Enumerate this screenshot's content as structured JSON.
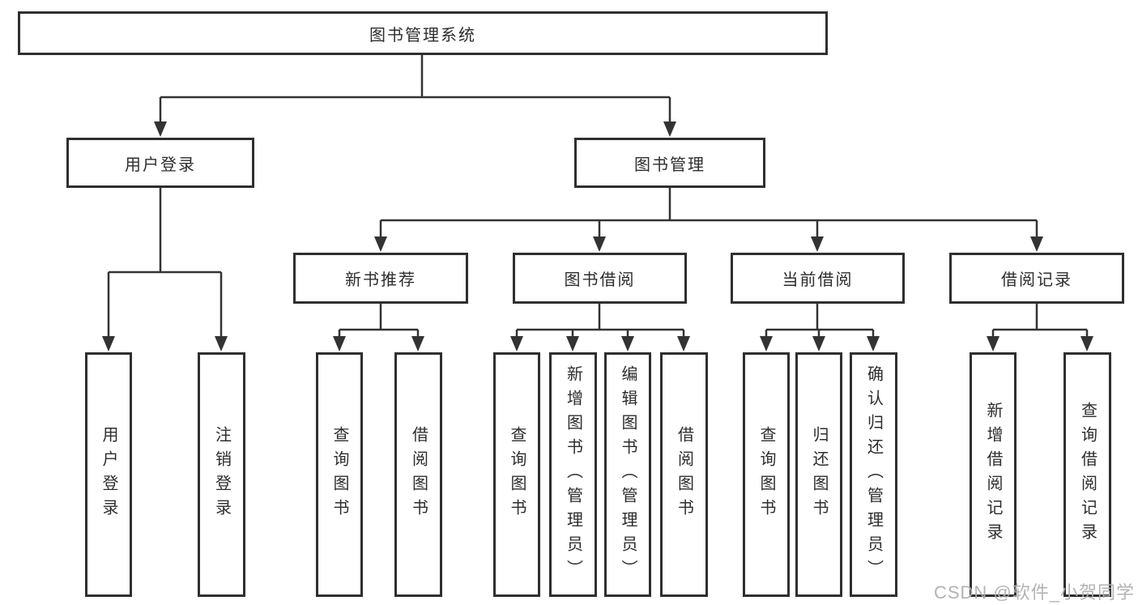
{
  "diagram": {
    "title": "图书管理系统",
    "root": {
      "label": "图书管理系统"
    },
    "level2": [
      {
        "label": "用户登录"
      },
      {
        "label": "图书管理"
      }
    ],
    "level3": [
      {
        "label": "新书推荐",
        "parent": "图书管理"
      },
      {
        "label": "图书借阅",
        "parent": "图书管理"
      },
      {
        "label": "当前借阅",
        "parent": "图书管理"
      },
      {
        "label": "借阅记录",
        "parent": "图书管理"
      }
    ],
    "leaves": [
      {
        "label": "用户登录",
        "parent": "用户登录"
      },
      {
        "label": "注销登录",
        "parent": "用户登录"
      },
      {
        "label": "查询图书",
        "parent": "新书推荐"
      },
      {
        "label": "借阅图书",
        "parent": "新书推荐"
      },
      {
        "label": "查询图书",
        "parent": "图书借阅"
      },
      {
        "label": "新增图书（管理员）",
        "parent": "图书借阅"
      },
      {
        "label": "编辑图书（管理员）",
        "parent": "图书借阅"
      },
      {
        "label": "借阅图书",
        "parent": "图书借阅"
      },
      {
        "label": "查询图书",
        "parent": "当前借阅"
      },
      {
        "label": "归还图书",
        "parent": "当前借阅"
      },
      {
        "label": "确认归还（管理员）",
        "parent": "当前借阅"
      },
      {
        "label": "新增借阅记录",
        "parent": "借阅记录"
      },
      {
        "label": "查询借阅记录",
        "parent": "借阅记录"
      }
    ],
    "watermark": "CSDN @软件_小贺同学",
    "colors": {
      "line": "#333333",
      "box_border": "#2f2f2f",
      "text": "#2d2d2d",
      "background": "#ffffff",
      "watermark": "#afafaf"
    }
  }
}
